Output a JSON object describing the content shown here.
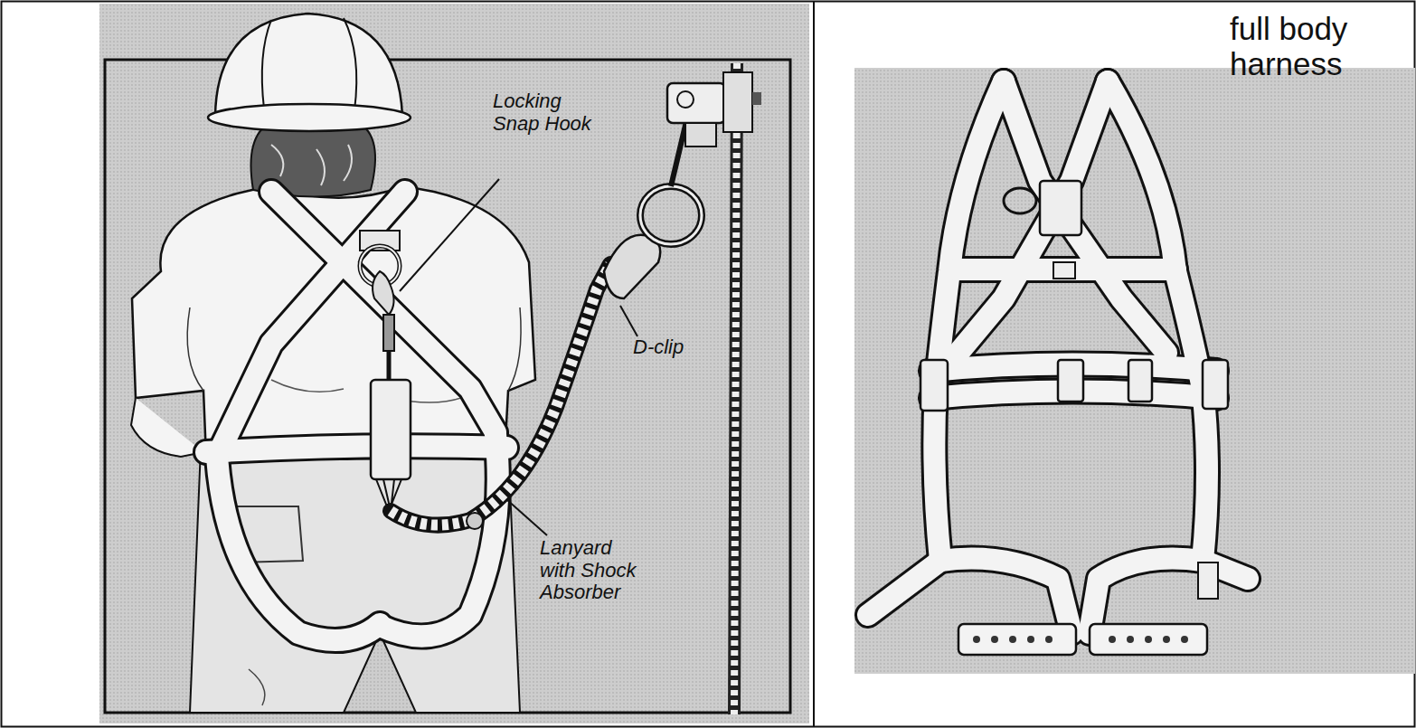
{
  "diagram": {
    "labels": [
      "Locking Snap Hook",
      "D-clip",
      "Lanyard with Shock Absorber",
      "full body harness"
    ]
  }
}
